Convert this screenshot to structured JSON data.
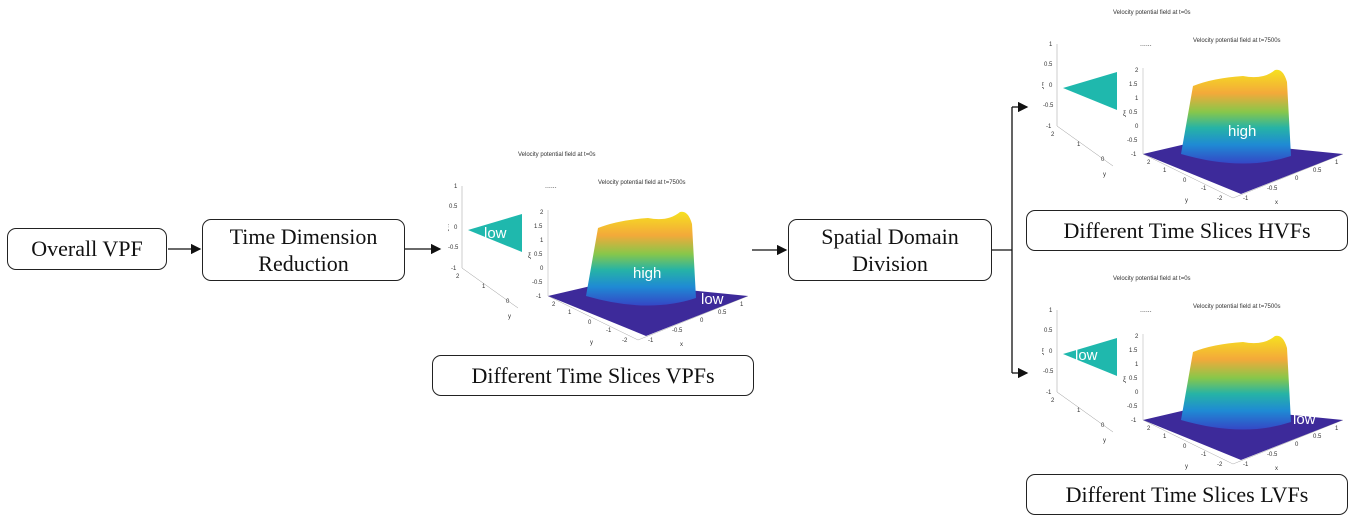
{
  "boxes": {
    "overall": "Overall VPF",
    "time_reduction_line1": "Time Dimension",
    "time_reduction_line2": "Reduction",
    "spatial_line1": "Spatial Domain",
    "spatial_line2": "Division",
    "vpfs_caption": "Different Time Slices VPFs",
    "hvfs_caption": "Different Time Slices HVFs",
    "lvfs_caption": "Different Time Slices LVFs"
  },
  "plots": {
    "title_t0": "Velocity potential field at t=0s",
    "title_t7500": "Velocity potential field at t=7500s",
    "ellipsis": "......",
    "label_low": "low",
    "label_high": "high",
    "axis_xi": "ξ",
    "axis_x": "x",
    "axis_y": "y",
    "ticks_back_z": [
      "1",
      "0.5",
      "0",
      "-0.5",
      "-1"
    ],
    "ticks_back_y": [
      "2",
      "1",
      "0"
    ],
    "ticks_front_z": [
      "2",
      "1.5",
      "1",
      "0.5",
      "0",
      "-0.5",
      "-1"
    ],
    "ticks_front_y": [
      "2",
      "1",
      "0",
      "-1",
      "-2"
    ],
    "ticks_front_x": [
      "1",
      "0.5",
      "0",
      "-0.5",
      "-1"
    ]
  },
  "colors": {
    "teal": "#1fb8ad",
    "floor": "#3d2a9a",
    "peak": "#f5d521",
    "mid": "#1aa3c9"
  }
}
